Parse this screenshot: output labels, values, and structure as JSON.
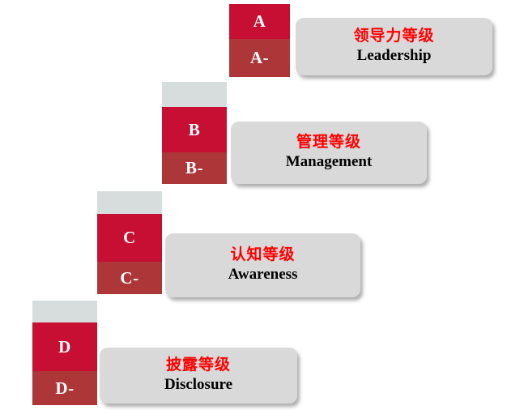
{
  "figure": {
    "tiers": [
      {
        "grade": "A",
        "grade_minus": "A-",
        "label_zh": "领导力等级",
        "label_en": "Leadership"
      },
      {
        "grade": "B",
        "grade_minus": "B-",
        "label_zh": "管理等级",
        "label_en": "Management"
      },
      {
        "grade": "C",
        "grade_minus": "C-",
        "label_zh": "认知等级",
        "label_en": "Awareness"
      },
      {
        "grade": "D",
        "grade_minus": "D-",
        "label_zh": "披露等级",
        "label_en": "Disclosure"
      }
    ],
    "colors": {
      "grade_block": "#C60F33",
      "grade_minus_block": "#AC3638",
      "cap_block": "#D7DCDD",
      "label_box": "#D9D9D9",
      "label_zh_text": "#FF0000",
      "label_en_text": "#000000",
      "grade_text": "#FFFFFF"
    }
  }
}
